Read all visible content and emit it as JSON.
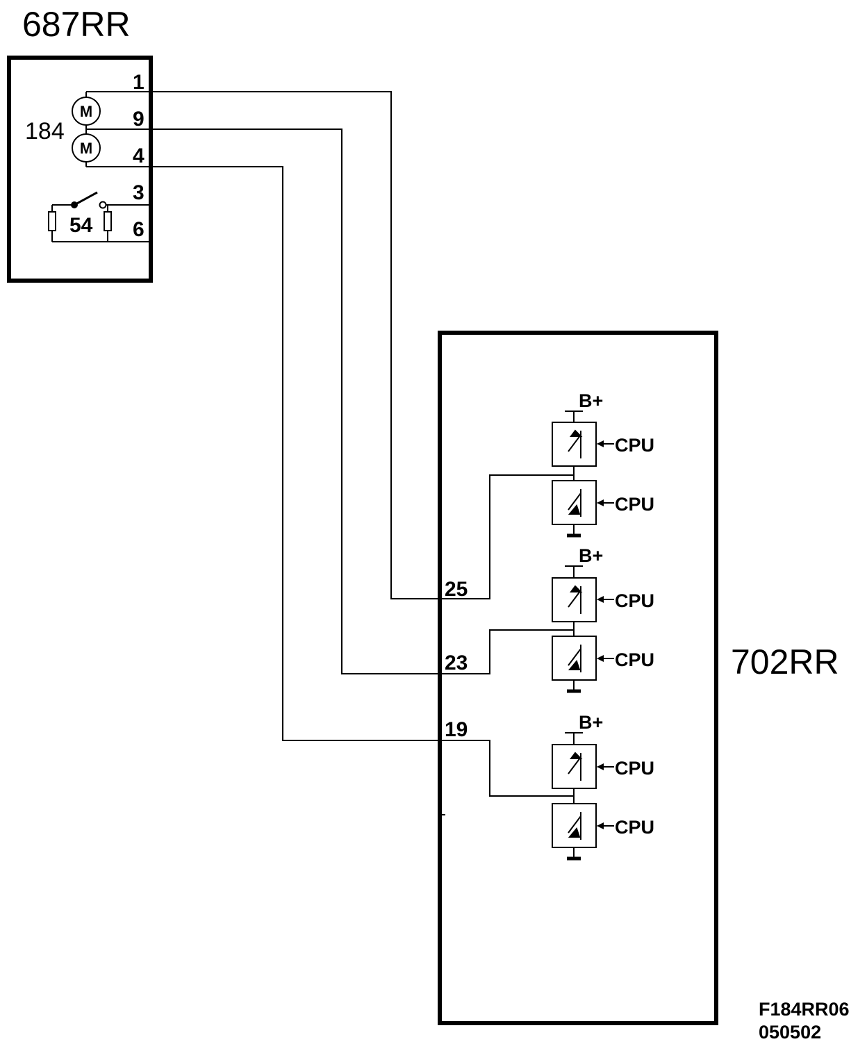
{
  "connector_687": {
    "label": "687RR",
    "motor_group_label": "184",
    "motor_1_symbol": "M",
    "motor_2_symbol": "M",
    "switch_label": "54",
    "pins": [
      "1",
      "9",
      "4",
      "3",
      "6"
    ]
  },
  "module_702": {
    "label": "702RR",
    "pins": [
      "25",
      "23",
      "19"
    ],
    "supply_labels": [
      "B+",
      "B+",
      "B+"
    ],
    "driver_inputs": [
      "CPU",
      "CPU",
      "CPU",
      "CPU",
      "CPU",
      "CPU"
    ]
  },
  "footer": {
    "figure_code": "F184RR06",
    "date_code": "050502"
  }
}
